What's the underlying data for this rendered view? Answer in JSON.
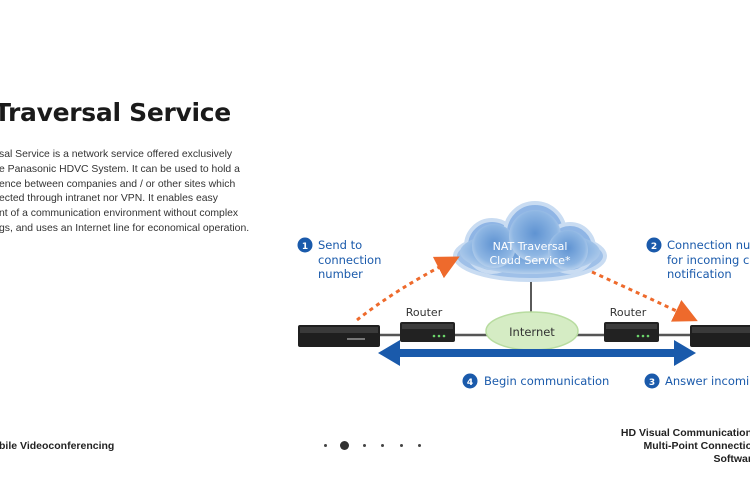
{
  "page": {
    "title": "Traversal Service",
    "description_lines": [
      "sal Service is a network service offered exclusively",
      "e Panasonic HDVC System. It can be used to hold a",
      "ence between companies and / or other sites which",
      "ected through intranet nor VPN. It enables easy",
      "nt of a communication environment without complex",
      "gs, and uses an Internet line for economical operation."
    ]
  },
  "diagram": {
    "cloud_label_1": "NAT Traversal",
    "cloud_label_2": "Cloud Service*",
    "internet_label": "Internet",
    "router_left": "Router",
    "router_right": "Router",
    "step1": {
      "num": "1",
      "lines": [
        "Send to",
        "connection",
        "number"
      ]
    },
    "step2": {
      "num": "2",
      "lines": [
        "Connection num",
        "for incoming cal",
        "notification"
      ]
    },
    "step3": {
      "num": "3",
      "label": "Answer incomin"
    },
    "step4": {
      "num": "4",
      "label": "Begin communication"
    },
    "colors": {
      "blue": "#1a5aab",
      "cloud": "#a9c6e8",
      "internet": "#d5ecc4",
      "orange": "#ee6a2c",
      "device": "#222222"
    }
  },
  "nav": {
    "left_label": "bile Videoconferencing",
    "right_lines": [
      "HD Visual Communication",
      "Multi-Point Connectio",
      "Softwar"
    ],
    "dot_count": 6,
    "active_dot": 2
  }
}
